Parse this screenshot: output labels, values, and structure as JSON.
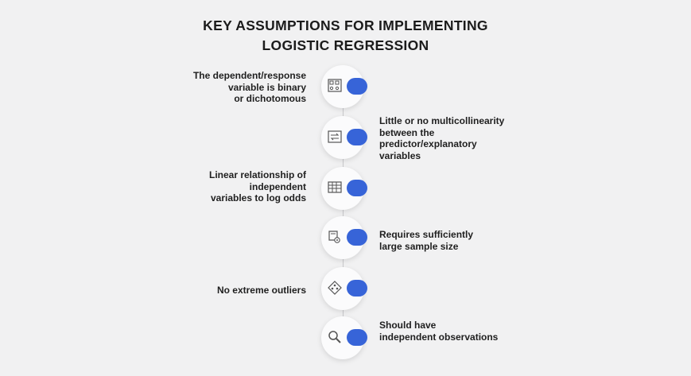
{
  "title": {
    "line1": "KEY ASSUMPTIONS FOR IMPLEMENTING",
    "line2": "LOGISTIC REGRESSION"
  },
  "colors": {
    "background": "#f1f1f2",
    "accent": "#3764d8",
    "text": "#1f1f1f",
    "connector": "#c9c9cc"
  },
  "assumptions": [
    {
      "icon": "grid-chart-icon",
      "side": "left",
      "lines": [
        "The dependent/response",
        "variable is binary",
        "or dichotomous"
      ]
    },
    {
      "icon": "arrows-exchange-icon",
      "side": "right",
      "lines": [
        "Little or no multicollinearity",
        "between the",
        "predictor/explanatory",
        "variables"
      ]
    },
    {
      "icon": "data-table-icon",
      "side": "left",
      "lines": [
        "Linear relationship of",
        "independent",
        "variables to log odds"
      ]
    },
    {
      "icon": "document-gear-icon",
      "side": "right",
      "lines": [
        "Requires sufficiently",
        "large sample size"
      ]
    },
    {
      "icon": "outlier-diamond-icon",
      "side": "left",
      "lines": [
        "No extreme outliers"
      ]
    },
    {
      "icon": "magnifier-icon",
      "side": "right",
      "lines": [
        "Should have",
        "independent observations"
      ]
    }
  ]
}
